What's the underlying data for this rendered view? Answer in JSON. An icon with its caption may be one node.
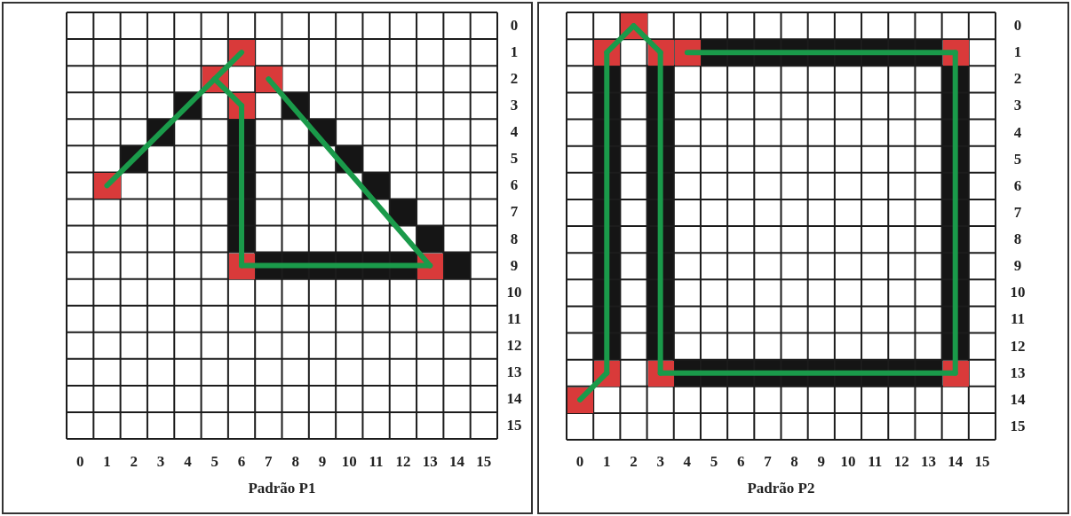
{
  "diagram": {
    "nodes": [
      {
        "text": [],
        "shape": "box"
      },
      {
        "text": [],
        "shape": "box"
      },
      {
        "text": [],
        "shape": "box"
      },
      {
        "text": [],
        "shape": "box"
      },
      {
        "text": [],
        "shape": "box"
      },
      {
        "text": [],
        "shape": "box"
      },
      {
        "text": [],
        "shape": "box"
      },
      {
        "text": [],
        "shape": "box"
      },
      {
        "text": [],
        "shape": "box"
      },
      {
        "text": [],
        "shape": "box"
      },
      {
        "text": [],
        "shape": "box"
      },
      {
        "text": [],
        "shape": "box"
      },
      {
        "text": [],
        "shape": "box"
      },
      {
        "text": [],
        "shape": "box"
      },
      {
        "text": [],
        "shape": "box"
      },
      {
        "text": [],
        "shape": "box"
      }
    ],
    "edges": [
      {
        "from": 4,
        "to": 1,
        "arrow": "none"
      },
      {
        "from": 1,
        "to": 0,
        "arrow": "none"
      },
      {
        "from": 1,
        "to": 3,
        "arrow": "none"
      },
      {
        "from": 3,
        "to": 5,
        "arrow": "none"
      },
      {
        "from": 5,
        "to": 6,
        "arrow": "none"
      },
      {
        "from": 6,
        "to": 2,
        "arrow": "none"
      },
      {
        "from": 15,
        "to": 12,
        "arrow": "none"
      },
      {
        "from": 12,
        "to": 8,
        "arrow": "none"
      },
      {
        "from": 8,
        "to": 7,
        "arrow": "none"
      },
      {
        "from": 7,
        "to": 9,
        "arrow": "none"
      },
      {
        "from": 9,
        "to": 13,
        "arrow": "none"
      },
      {
        "from": 13,
        "to": 14,
        "arrow": "none"
      },
      {
        "from": 14,
        "to": 11,
        "arrow": "none"
      },
      {
        "from": 11,
        "to": 10,
        "arrow": "none"
      }
    ],
    "labels": [
      "0",
      "1",
      "2",
      "3",
      "4",
      "5",
      "6",
      "7",
      "8",
      "9",
      "10",
      "11",
      "12",
      "13",
      "14",
      "15",
      "0",
      "1",
      "2",
      "3",
      "4",
      "5",
      "6",
      "7",
      "8",
      "9",
      "10",
      "11",
      "12",
      "13",
      "14",
      "15",
      "Padrão P1",
      "0",
      "1",
      "2",
      "3",
      "4",
      "5",
      "6",
      "7",
      "8",
      "9",
      "10",
      "11",
      "12",
      "13",
      "14",
      "15",
      "0",
      "1",
      "2",
      "3",
      "4",
      "5",
      "6",
      "7",
      "8",
      "9",
      "10",
      "11",
      "12",
      "13",
      "14",
      "15",
      "Padrão P2"
    ]
  }
}
